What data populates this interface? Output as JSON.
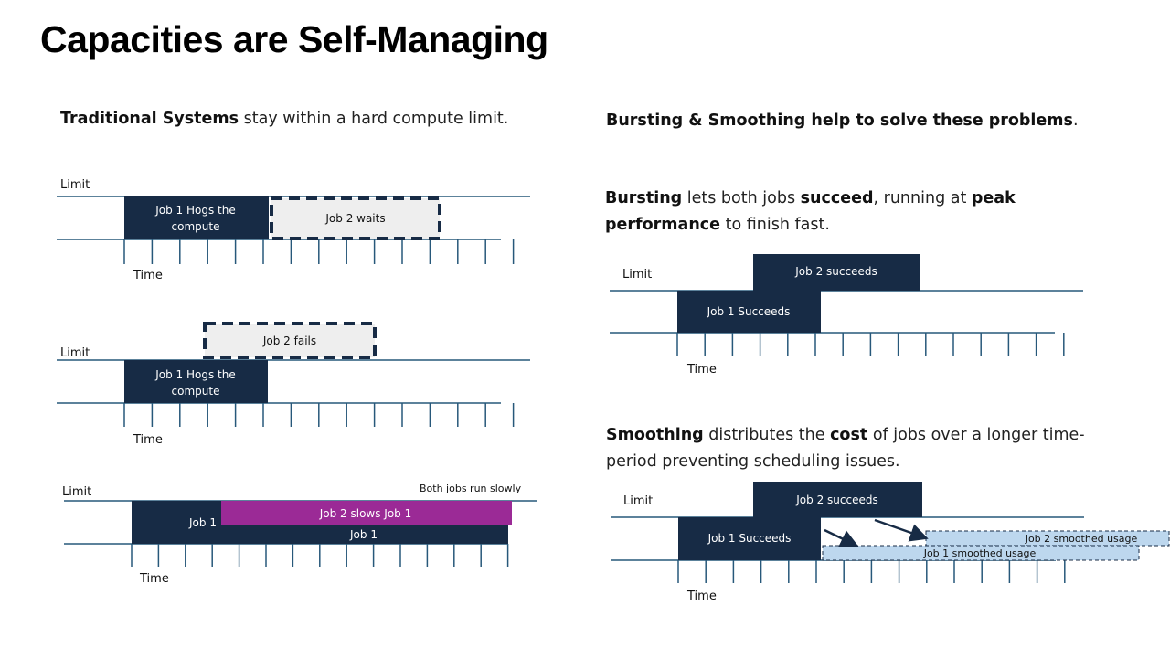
{
  "title": "Capacities are Self-Managing",
  "left": {
    "intro": {
      "bold": "Traditional Systems",
      "rest": " stay within a hard compute limit."
    },
    "scenario1": {
      "limit": "Limit",
      "time": "Time",
      "job1": [
        "Job 1 Hogs the",
        "compute"
      ],
      "job2": "Job 2 waits"
    },
    "scenario2": {
      "limit": "Limit",
      "time": "Time",
      "job1": [
        "Job 1 Hogs the",
        "compute"
      ],
      "job2": "Job 2 fails"
    },
    "scenario3": {
      "limit": "Limit",
      "time": "Time",
      "note": "Both jobs run slowly",
      "job1_left": "Job 1",
      "job2": "Job 2 slows Job 1",
      "job1_bottom": "Job 1"
    }
  },
  "right": {
    "headline": {
      "bold": "Bursting & Smoothing help to solve these problems",
      "rest": "."
    },
    "bursting": {
      "line1": [
        {
          "b": "Bursting"
        },
        {
          "t": " lets both jobs "
        },
        {
          "b": "succeed"
        },
        {
          "t": ", running at "
        },
        {
          "b": "peak"
        }
      ],
      "line2": [
        {
          "b": "performance"
        },
        {
          "t": " to finish fast."
        }
      ],
      "limit": "Limit",
      "time": "Time",
      "job1": "Job 1 Succeeds",
      "job2": "Job 2 succeeds"
    },
    "smoothing": {
      "line1": [
        {
          "b": "Smoothing"
        },
        {
          "t": " distributes the "
        },
        {
          "b": "cost"
        },
        {
          "t": " of jobs over a longer time-"
        }
      ],
      "line2": [
        {
          "t": "period preventing scheduling issues."
        }
      ],
      "limit": "Limit",
      "time": "Time",
      "job1": "Job 1 Succeeds",
      "job2": "Job 2 succeeds",
      "job1_smoothed": "Job 1 smoothed usage",
      "job2_smoothed": "Job 2 smoothed usage"
    }
  },
  "colors": {
    "navy": "#172b45",
    "axis": "#27587a",
    "light_box": "#eeeeee",
    "magenta": "#9b2a96",
    "smooth": "#bdd7ee"
  }
}
